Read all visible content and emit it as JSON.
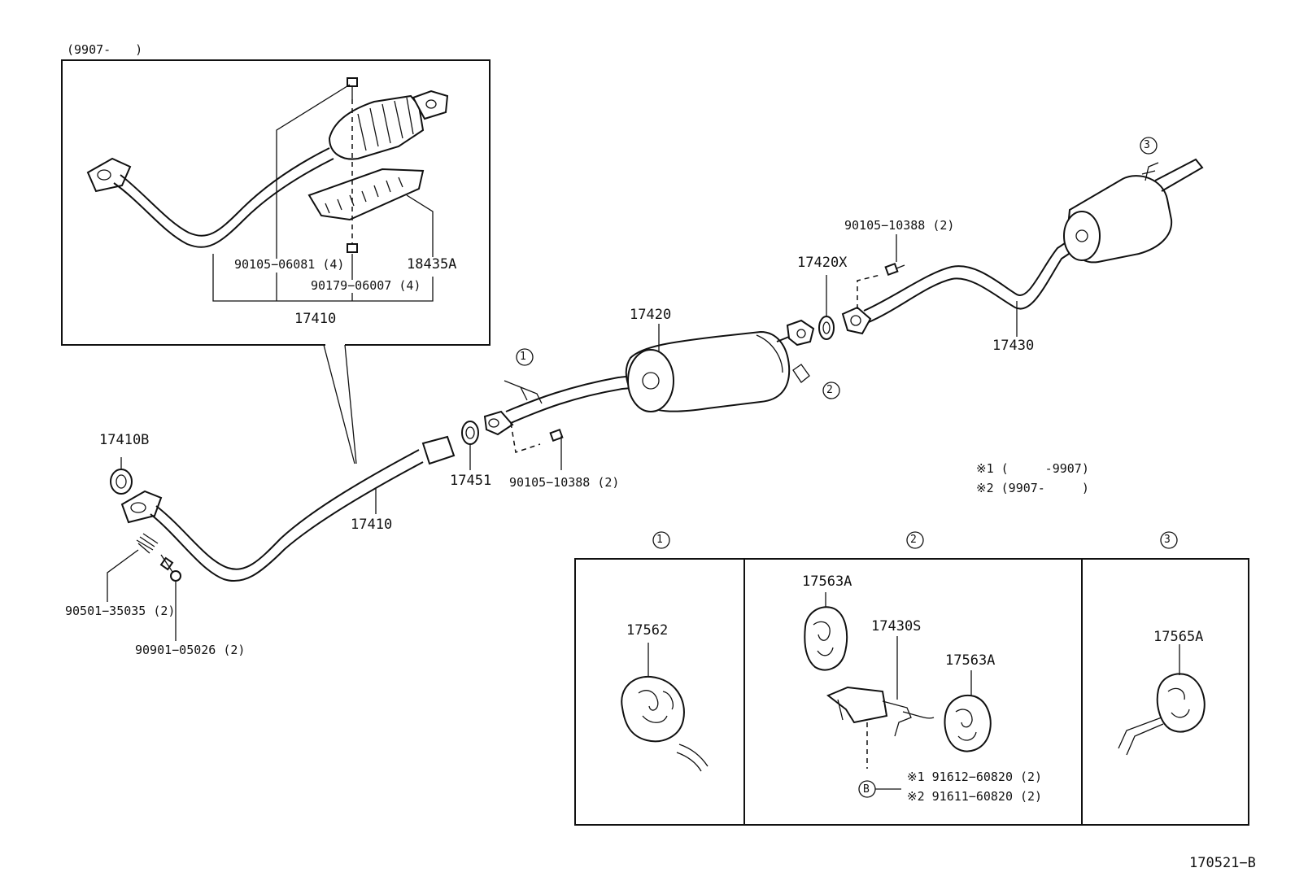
{
  "inset": {
    "date_range": "(9907-　　)"
  },
  "labels": {
    "p17410_inset": "17410",
    "p90105_06081": "90105−06081 (4)",
    "p90179_06007": "90179−06007 (4)",
    "p18435A": "18435A",
    "p17410B": "17410B",
    "p17410": "17410",
    "p90501_35035": "90501−35035 (2)",
    "p90901_05026": "90901−05026 (2)",
    "p17451": "17451",
    "p90105_10388_a": "90105−10388 (2)",
    "p17420": "17420",
    "p17420X": "17420X",
    "p90105_10388_b": "90105−10388 (2)",
    "p17430": "17430",
    "p17562": "17562",
    "p17563A_1": "17563A",
    "p17430S": "17430S",
    "p17563A_2": "17563A",
    "p17565A": "17565A",
    "p91612": "※1  91612−60820 (2)",
    "p91611": "※2  91611−60820 (2)",
    "b_marker": "B",
    "diagram_id": "170521−B"
  },
  "notes": {
    "note1": "※1 (　　　-9907)",
    "note2": "※2 (9907-　　　)"
  },
  "callouts": {
    "c1": "1",
    "c2": "2",
    "c3": "3"
  },
  "detail_boxes": [
    {
      "id": "1"
    },
    {
      "id": "2"
    },
    {
      "id": "3"
    }
  ]
}
